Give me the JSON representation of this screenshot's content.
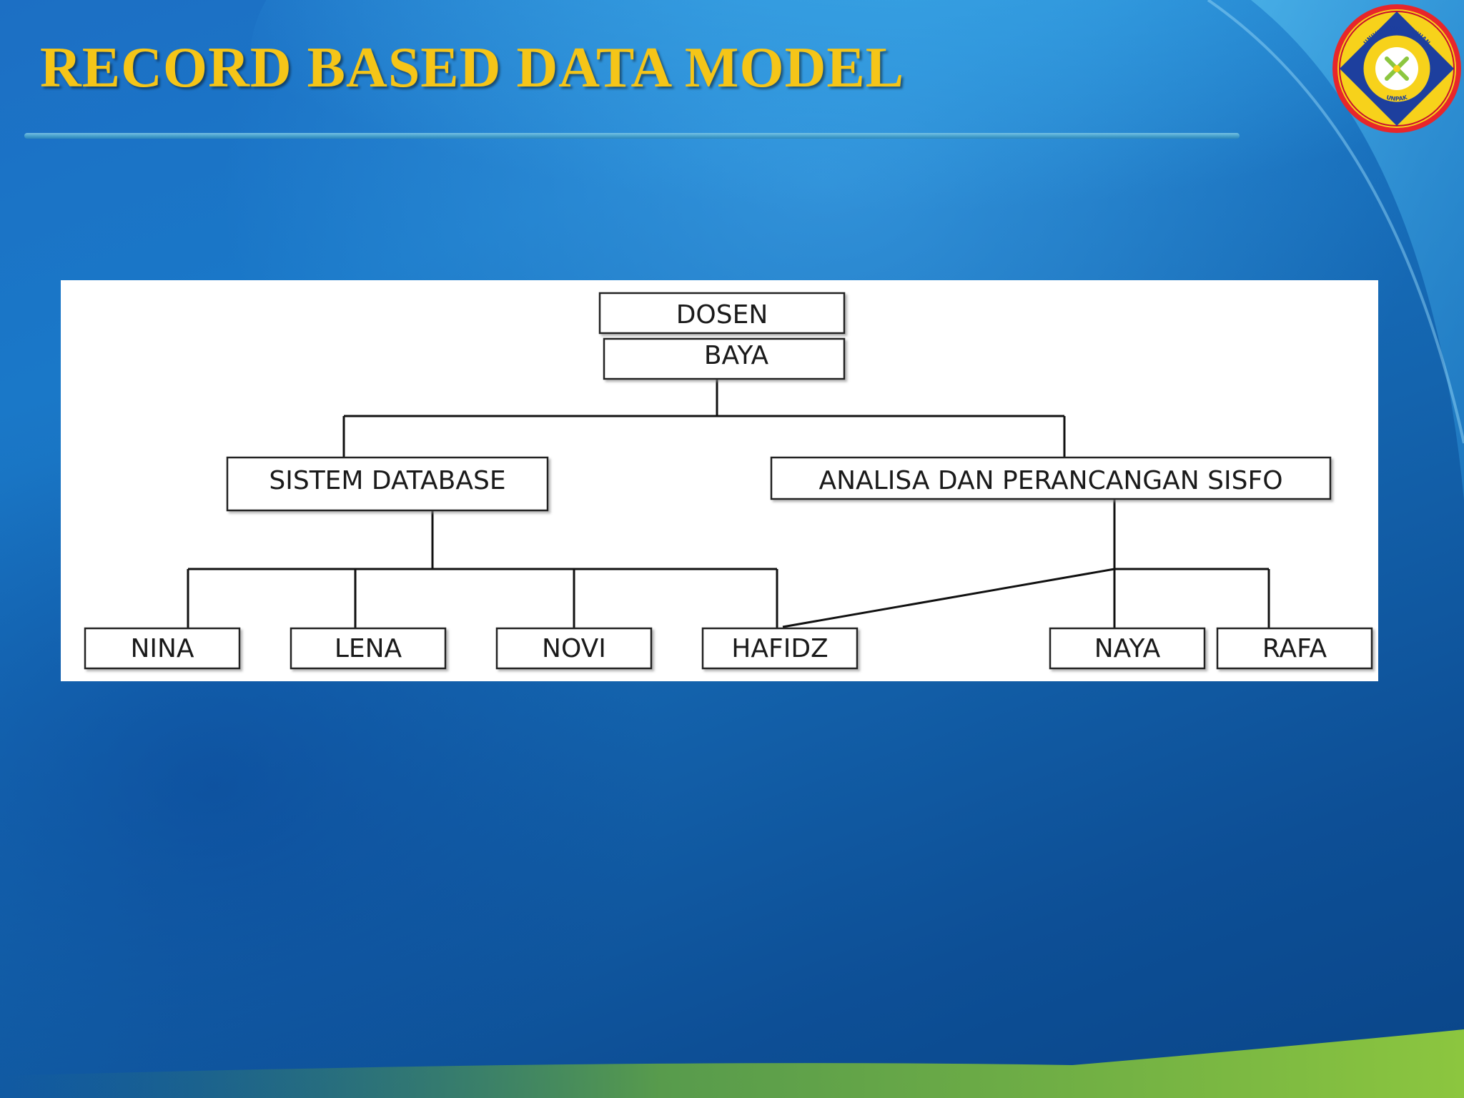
{
  "slide": {
    "title": "RECORD BASED DATA MODEL"
  },
  "logo": {
    "ring_text": "UNIVERSITAS PAKUAN",
    "bottom_text": "UNPAK"
  },
  "diagram": {
    "root": {
      "line1": "DOSEN",
      "line2": "BAYA"
    },
    "courses": [
      {
        "id": "sistem-database",
        "label": "SISTEM DATABASE"
      },
      {
        "id": "analisa-perancangan",
        "label": "ANALISA DAN PERANCANGAN SISFO"
      }
    ],
    "students": [
      {
        "id": "nina",
        "label": "NINA",
        "parents": [
          "sistem-database"
        ]
      },
      {
        "id": "lena",
        "label": "LENA",
        "parents": [
          "sistem-database"
        ]
      },
      {
        "id": "novi",
        "label": "NOVI",
        "parents": [
          "sistem-database"
        ]
      },
      {
        "id": "hafidz",
        "label": "HAFIDZ",
        "parents": [
          "sistem-database",
          "analisa-perancangan"
        ]
      },
      {
        "id": "naya",
        "label": "NAYA",
        "parents": [
          "analisa-perancangan"
        ]
      },
      {
        "id": "rafa",
        "label": "RAFA",
        "parents": [
          "analisa-perancangan"
        ]
      }
    ]
  },
  "colors": {
    "title": "#f5c518",
    "background": "#1a6fc2",
    "accent_green": "#8cc63f"
  }
}
